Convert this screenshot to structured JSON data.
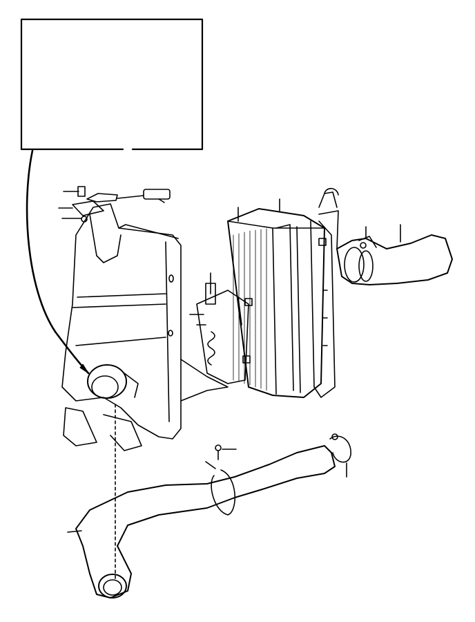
{
  "diagram": {
    "kind": "exploded-parts-illustration",
    "subject_parts": [
      "inset-detail-box",
      "air-cleaner-housing",
      "air-filter-element",
      "intake-hose-upper",
      "intake-duct-lower",
      "hose-clamps",
      "mounting-bracket",
      "fasteners"
    ],
    "line_color": "#000000",
    "background_color": "#ffffff",
    "label_text_present": false
  }
}
